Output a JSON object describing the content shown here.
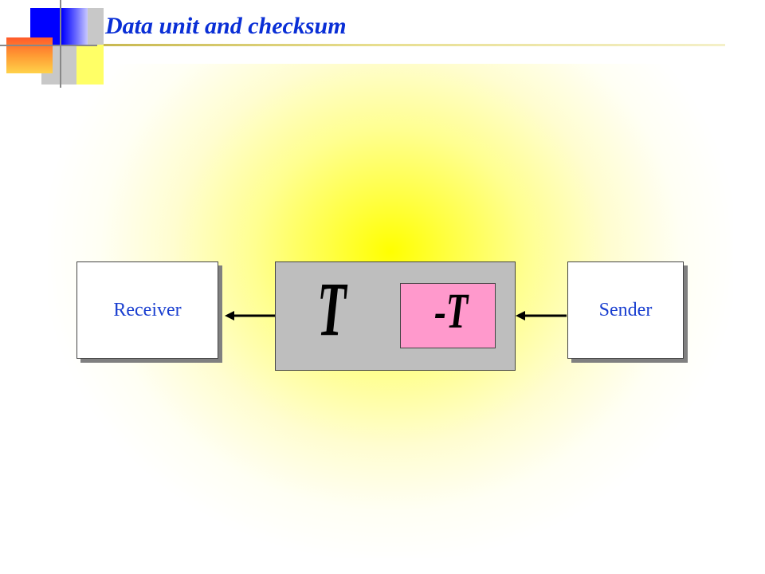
{
  "slide": {
    "title": "Data unit and checksum"
  },
  "diagram": {
    "receiver_label": "Receiver",
    "sender_label": "Sender",
    "data_label": "T",
    "checksum_label": "-T"
  },
  "colors": {
    "title": "#0a2fd6",
    "box_text": "#1a3fd0",
    "data_unit_fill": "#bebebe",
    "checksum_fill": "#ff99cc",
    "background_glow": "#ffff00"
  }
}
